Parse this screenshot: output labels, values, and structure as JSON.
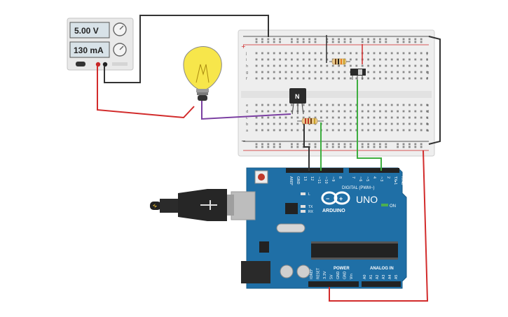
{
  "power_supply": {
    "voltage": "5.00 V",
    "current": "130 mA"
  },
  "transistor": {
    "label": "N"
  },
  "arduino": {
    "brand": "ARDUINO",
    "model": "UNO",
    "on_label": "ON",
    "digital_label": "DIGITAL (PWM~)",
    "power_label": "POWER",
    "analog_label": "ANALOG IN",
    "tx_label": "TX",
    "rx_label": "RX",
    "l_label": "L",
    "aref_label": "AREF",
    "gnd_label": "GND",
    "digital_pins": [
      "13",
      "12",
      "~11",
      "~10",
      "~9",
      "8",
      "7",
      "~6",
      "~5",
      "4",
      "~3",
      "2",
      "TX▸1",
      "RX◂0"
    ],
    "power_pins": [
      "IOREF",
      "RESET",
      "3.3V",
      "5V",
      "GND",
      "GND",
      "Vin"
    ],
    "analog_pins": [
      "A0",
      "A1",
      "A2",
      "A3",
      "A4",
      "A5"
    ]
  },
  "breadboard": {
    "row_letters_top": [
      "j",
      "i",
      "h",
      "g",
      "f"
    ],
    "row_letters_bottom": [
      "e",
      "d",
      "c",
      "b",
      "a"
    ],
    "plus": "+",
    "minus": "−"
  },
  "colors": {
    "arduino_blue": "#1f6fa6",
    "wire_red": "#d22b2b",
    "wire_black": "#333333",
    "wire_green": "#3dae3f",
    "wire_purple": "#7a3ea1",
    "bulb_yellow": "#f7e64b"
  }
}
